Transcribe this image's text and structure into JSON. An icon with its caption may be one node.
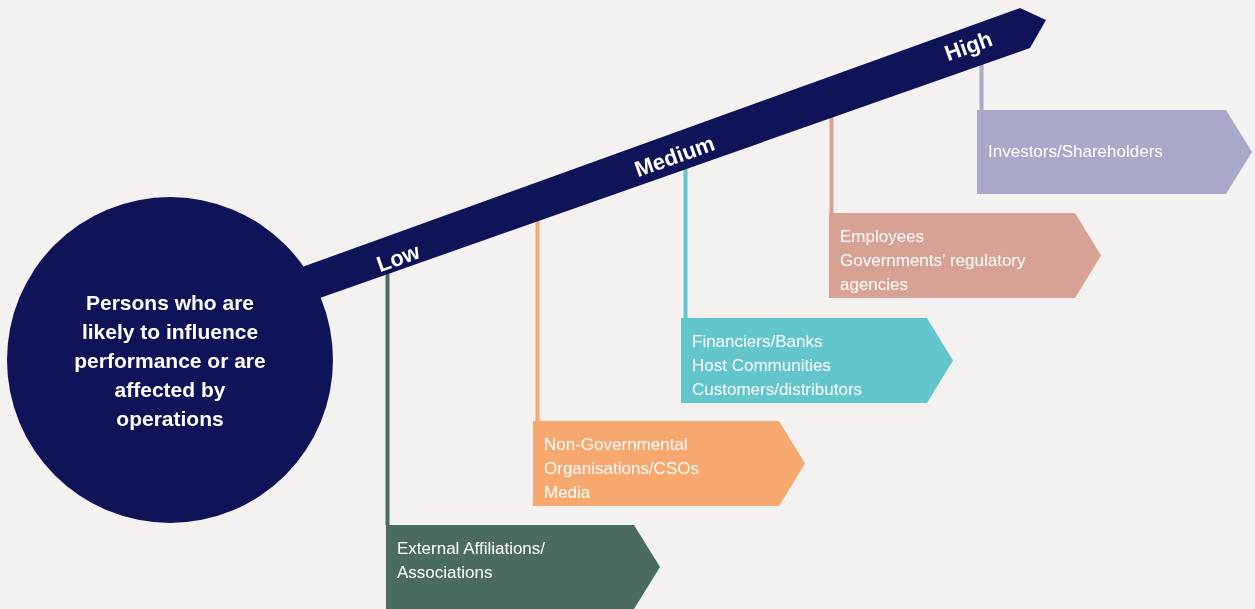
{
  "diagram": {
    "nodes": [
      {
        "text": [
          "Persons who are likely to influence performance or are affected by operations"
        ]
      },
      {
        "text": [
          "Low",
          "Medium",
          "High"
        ]
      },
      {
        "text": [
          "Investors/Shareholders"
        ]
      },
      {
        "text": [
          "Employees",
          "Governments’ regulatory agencies"
        ]
      },
      {
        "text": [
          "Financiers/Banks",
          "Host Communities",
          "Customers/distributors"
        ]
      },
      {
        "text": [
          "Non-Governmental Organisations/CSOs",
          "Media"
        ]
      },
      {
        "text": [
          "External Affiliations/ Associations"
        ]
      }
    ],
    "edges": [
      {
        "from": 1,
        "to": 2,
        "arrow": "none",
        "color": "#a9a8c8"
      },
      {
        "from": 1,
        "to": 3,
        "arrow": "none",
        "color": "#d7a193"
      },
      {
        "from": 1,
        "to": 4,
        "arrow": "none",
        "color": "#63c6cc"
      },
      {
        "from": 1,
        "to": 5,
        "arrow": "none",
        "color": "#f7a86e"
      },
      {
        "from": 1,
        "to": 6,
        "arrow": "none",
        "color": "#4a6b60"
      }
    ]
  }
}
